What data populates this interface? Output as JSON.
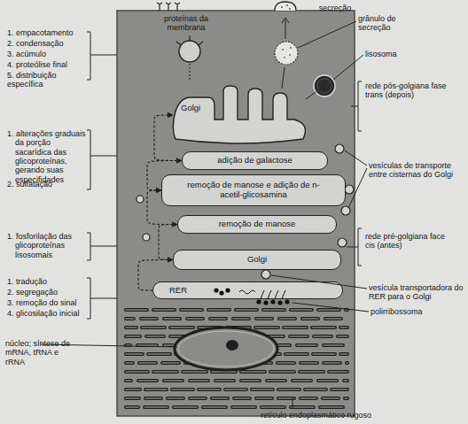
{
  "diagram": {
    "nodes": [
      {
        "text": [
          "Golgi"
        ]
      },
      {
        "text": [
          "adição de galactose"
        ]
      },
      {
        "text": [
          "remoção de manose e adição de n-acetil-glicosamina"
        ]
      },
      {
        "text": [
          "remoção de manose"
        ]
      },
      {
        "text": [
          "Golgi"
        ]
      },
      {
        "text": [
          "RER"
        ]
      }
    ],
    "edges": [
      {
        "from": 5,
        "to": 4,
        "arrow": "to"
      },
      {
        "from": 4,
        "to": 3,
        "arrow": "to"
      },
      {
        "from": 3,
        "to": 2,
        "arrow": "to"
      },
      {
        "from": 2,
        "to": 1,
        "arrow": "to"
      },
      {
        "from": 1,
        "to": 0,
        "arrow": "to"
      }
    ],
    "labels": [
      "proteínas da membrana",
      "secreção",
      "grânulo de secreção",
      "lisosoma",
      "1. empacotamento",
      "2. condensação",
      "3. acúmulo",
      "4. proteólise final",
      "5. distribuição específica",
      "rede pós-golgiana fase trans (depois)",
      "1. alterações graduais da porção sacarídica das glicoproteínas, gerando suas especifidades",
      "2. sulfatação",
      "vesículas de transporte entre cisternas do Golgi",
      "1. fosforilação das glicoproteínas lisosomais",
      "rede pré-golgiana face cis (antes)",
      "1. tradução",
      "2. segregação",
      "3. remoção do sinal",
      "4. glicosilação inicial",
      "vesícula transportadora do RER para o Golgi",
      "polirribossoma",
      "núcleo; síntese de mRNA, tRNA e rRNA",
      "retículo endoplasmático rugoso"
    ]
  }
}
